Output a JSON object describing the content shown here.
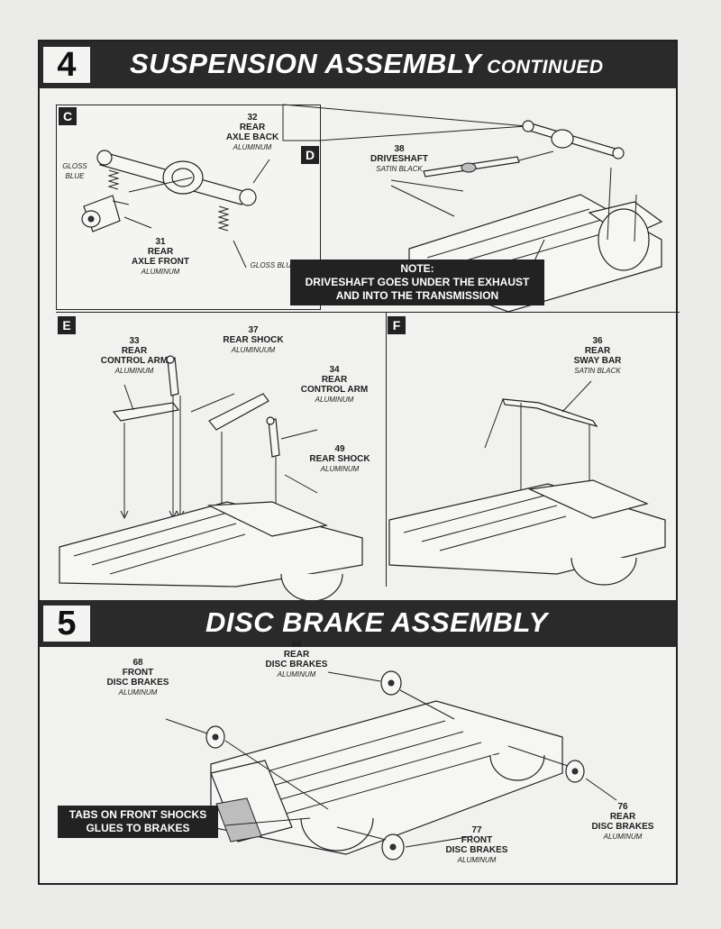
{
  "step4": {
    "number": "4",
    "title": "SUSPENSION ASSEMBLY",
    "title_suffix": "CONTINUED",
    "panel_c": {
      "letter": "C",
      "part32": {
        "num": "32",
        "name1": "REAR",
        "name2": "AXLE BACK",
        "finish": "ALUMINUM"
      },
      "part31": {
        "num": "31",
        "name1": "REAR",
        "name2": "AXLE FRONT",
        "finish": "ALUMINUM"
      },
      "gloss_blue_left1": "GLOSS",
      "gloss_blue_left2": "BLUE",
      "gloss_blue_right": "GLOSS BLUE"
    },
    "panel_d": {
      "letter": "D",
      "part38": {
        "num": "38",
        "name": "DRIVESHAFT",
        "finish": "SATIN BLACK"
      },
      "note": {
        "line1": "NOTE:",
        "line2": "DRIVESHAFT GOES UNDER THE EXHAUST",
        "line3": "AND INTO THE TRANSMISSION"
      }
    },
    "panel_e": {
      "letter": "E",
      "part33": {
        "num": "33",
        "name1": "REAR",
        "name2": "CONTROL ARM",
        "finish": "ALUMINUM"
      },
      "part37": {
        "num": "37",
        "name": "REAR SHOCK",
        "finish": "ALUMINUUM"
      },
      "part34": {
        "num": "34",
        "name1": "REAR",
        "name2": "CONTROL ARM",
        "finish": "ALUMINUM"
      },
      "part49": {
        "num": "49",
        "name": "REAR SHOCK",
        "finish": "ALUMINUM"
      }
    },
    "panel_f": {
      "letter": "F",
      "part36": {
        "num": "36",
        "name1": "REAR",
        "name2": "SWAY BAR",
        "finish": "SATIN BLACK"
      }
    }
  },
  "step5": {
    "number": "5",
    "title": "DISC BRAKE ASSEMBLY",
    "part68": {
      "num": "68",
      "name1": "FRONT",
      "name2": "DISC BRAKES",
      "finish": "ALUMINUM"
    },
    "part66": {
      "num": "66",
      "name1": "REAR",
      "name2": "DISC BRAKES",
      "finish": "ALUMINUM"
    },
    "part76": {
      "num": "76",
      "name1": "REAR",
      "name2": "DISC BRAKES",
      "finish": "ALUMINUM"
    },
    "part77": {
      "num": "77",
      "name1": "FRONT",
      "name2": "DISC BRAKES",
      "finish": "ALUMINUM"
    },
    "tabs_note": {
      "line1": "TABS ON FRONT SHOCKS",
      "line2": "GLUES TO BRAKES"
    }
  }
}
